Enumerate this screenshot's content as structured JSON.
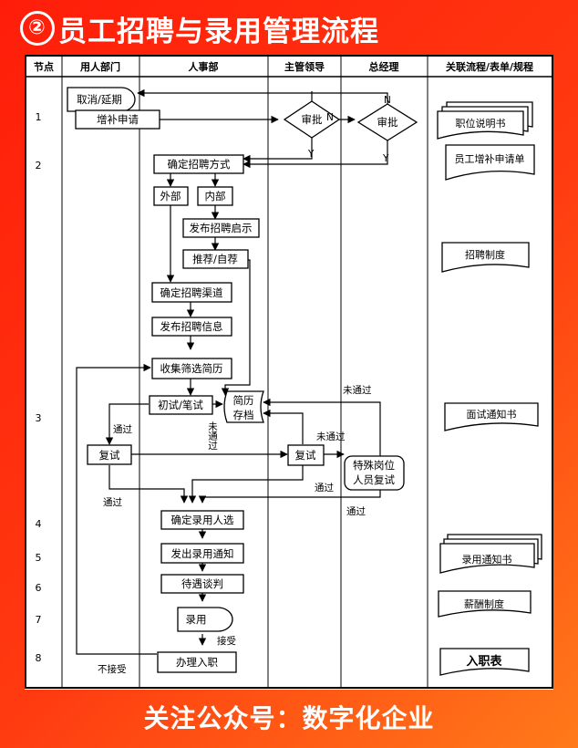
{
  "header": {
    "circled_number": "②",
    "title": "员工招聘与录用管理流程"
  },
  "footer": {
    "text": "关注公众号：数字化企业"
  },
  "diagram": {
    "columns": [
      "节点",
      "用人部门",
      "人事部",
      "主管领导",
      "总经理",
      "关联流程/表单/规程"
    ],
    "row_numbers": [
      "1",
      "2",
      "3",
      "4",
      "5",
      "6",
      "7",
      "8"
    ],
    "nodes": {
      "cancel_delay": "取消/延期",
      "add_request": "增补申请",
      "approve_manager": "审批",
      "approve_gm": "审批",
      "determine_method": "确定招聘方式",
      "external": "外部",
      "internal": "内部",
      "publish_notice": "发布招聘启示",
      "recommend_self": "推荐/自荐",
      "determine_channel": "确定招聘渠道",
      "publish_info": "发布招聘信息",
      "collect_resumes": "收集筛选简历",
      "initial_test": "初试/笔试",
      "resume_archive_1": "简历",
      "resume_archive_2": "存档",
      "reinterview_dept": "复试",
      "reinterview_manager": "复试",
      "special_1": "特殊岗位",
      "special_2": "人员复试",
      "determine_hire": "确定录用人选",
      "issue_offer": "发出录用通知",
      "negotiate": "待遇谈判",
      "hire": "录用",
      "onboard": "办理入职"
    },
    "labels": {
      "n_manager": "N",
      "n_gm": "N",
      "y_manager": "Y",
      "y_gm": "Y",
      "pass_dept": "通过",
      "pass_dept_2": "通过",
      "fail_vertical": "未通过",
      "fail_manager": "未通过",
      "fail_special": "未通过",
      "pass_manager": "通过",
      "pass_special": "通过",
      "accept": "接受",
      "not_accept": "不接受"
    },
    "documents": {
      "job_desc": "职位说明书",
      "add_form": "员工增补申请单",
      "recruit_policy": "招聘制度",
      "interview_notice": "面试通知书",
      "offer_letter": "录用通知书",
      "salary_policy": "薪酬制度",
      "onboard_form": "入职表"
    }
  }
}
